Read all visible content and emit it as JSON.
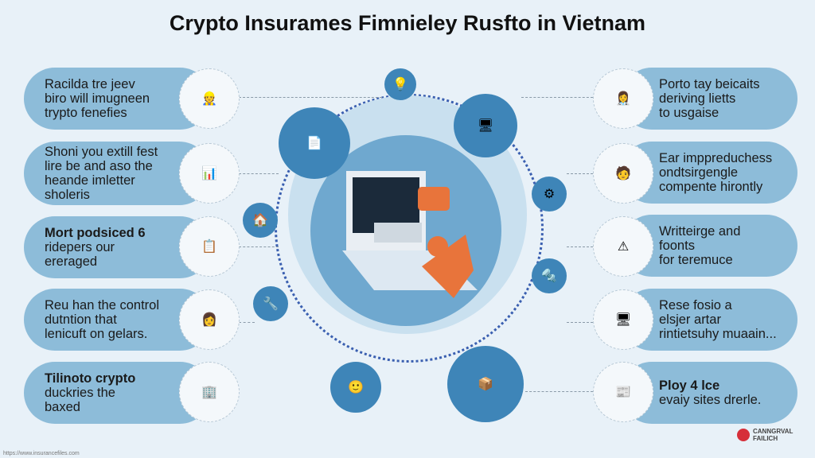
{
  "title": "Crypto Insurames Fimnieley Rusfto in Vietnam",
  "left_items": [
    {
      "bold": "Racilda",
      "lines": [
        "Racilda tre jeev",
        "biro will imugneen",
        "trypto fenefies"
      ],
      "icon": "worker-icon"
    },
    {
      "bold": "",
      "lines": [
        "Shoni you extill fest",
        "lire be and aso the",
        "heande imletter",
        "sholeris"
      ],
      "icon": "dashboard-icon"
    },
    {
      "bold": "Mort",
      "lines": [
        "Mort podsiced 6",
        "ridepers our",
        "ereraged"
      ],
      "icon": "document-icon"
    },
    {
      "bold": "Reu",
      "lines": [
        "Reu han the control",
        "dutntion that",
        "lenicuft on gelars."
      ],
      "icon": "woman-icon"
    },
    {
      "bold": "Tilinoto crypto",
      "lines": [
        "Tilinoto crypto",
        "duckries the",
        "baxed"
      ],
      "icon": "bar-chart-icon"
    }
  ],
  "right_items": [
    {
      "lines": [
        "Porto tay beicaits",
        "deriving lietts",
        "to usgaise"
      ],
      "icon": "doctor-icon"
    },
    {
      "lines": [
        "Ear imppreduchess",
        "ondtsirgengle",
        "compente hirontly"
      ],
      "icon": "person-icon"
    },
    {
      "lines": [
        "Writteirge and",
        "foonts",
        "for teremuce"
      ],
      "icon": "warning-triangle-icon"
    },
    {
      "lines": [
        "Rese fosio a",
        "elsjer artar",
        "rintietsuhy muaain..."
      ],
      "icon": "monitor-icon"
    },
    {
      "lines": [
        "Ploy 4 lce",
        "evaiy sites drerle."
      ],
      "icon": "report-icon"
    }
  ],
  "footer": "https://www.insurancefiles.com",
  "brand": "CANNGRVAL FAILICH",
  "colors": {
    "pill": "#8dbcd9",
    "ring": "#3e85b8",
    "accent": "#e8743b"
  }
}
